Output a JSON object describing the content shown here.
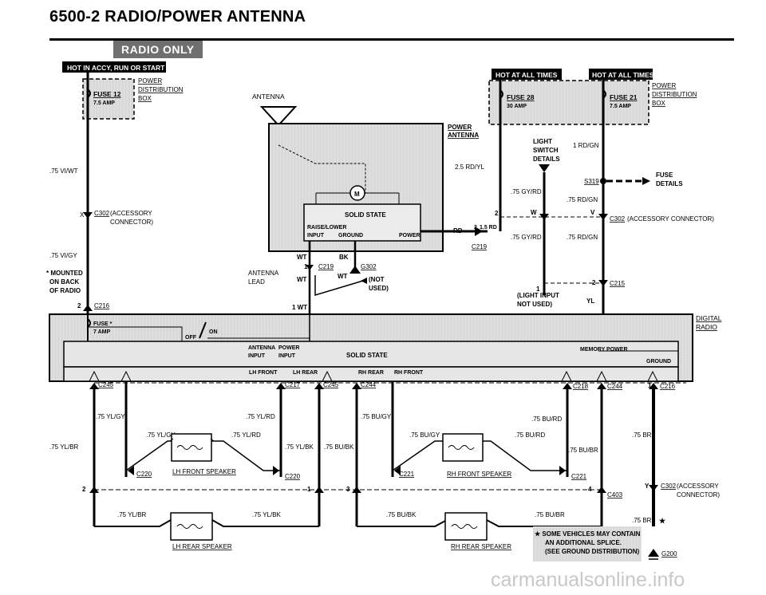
{
  "header": {
    "title": "6500-2   RADIO/POWER ANTENNA",
    "section_badge": "RADIO ONLY"
  },
  "bars": {
    "hot_accy": "HOT IN ACCY, RUN OR START",
    "hot_at_all_times_1": "HOT AT ALL TIMES",
    "hot_at_all_times_2": "HOT AT ALL TIMES"
  },
  "fuses": {
    "fuse12": "FUSE 12",
    "fuse12_amp": "7.5 AMP",
    "fuse28": "FUSE 28",
    "fuse28_amp": "30 AMP",
    "fuse21": "FUSE 21",
    "fuse21_amp": "7.5 AMP",
    "radio_fuse": "FUSE *",
    "radio_fuse_amp": "7 AMP"
  },
  "power_dist": {
    "l1": "POWER",
    "l2": "DISTRIBUTION",
    "l3": "BOX"
  },
  "antenna": {
    "label": "ANTENNA",
    "power_antenna_1": "POWER",
    "power_antenna_2": "ANTENNA",
    "solid_state": "SOLID STATE",
    "raise_lower": "RAISE/LOWER",
    "input": "INPUT",
    "ground": "GROUND",
    "power": "POWER",
    "motor": "M",
    "antenna_lead_1": "ANTENNA",
    "antenna_lead_2": "LEAD"
  },
  "wires": {
    "vi_wt": ".75 VI/WT",
    "vi_gy": ".75 VI/GY",
    "rd_yl_25": "2.5 RD/YL",
    "rd_15": "1.5 RD",
    "rd": "RD",
    "gy_rd_1": ".75 GY/RD",
    "gy_rd_2": ".75 GY/RD",
    "rd_gn_1": "1 RD/GN",
    "rd_gn_2": ".75 RD/GN",
    "rd_gn_3": ".75 RD/GN",
    "wt_1": "WT",
    "wt_2": "WT",
    "wt_3": "WT",
    "wt_4": "1 WT",
    "bk": "BK",
    "w": "W",
    "v": "V",
    "x": "X",
    "y": "Y",
    "yl": "YL",
    "yl_gy_1": ".75 YL/GY",
    "yl_gy_2": ".75 YL/GY",
    "yl_br_1": ".75 YL/BR",
    "yl_br_2": ".75 YL/BR",
    "yl_rd_1": ".75 YL/RD",
    "yl_rd_2": ".75 YL/RD",
    "yl_bk_1": ".75 YL/BK",
    "yl_bk_2": ".75 YL/BK",
    "bu_bk_1": ".75 BU/BK",
    "bu_bk_2": ".75 BU/BK",
    "bu_gy_1": ".75 BU/GY",
    "bu_gy_2": ".75 BU/GY",
    "bu_rd_1": ".75 BU/RD",
    "bu_rd_2": ".75 BU/RD",
    "bu_br_1": ".75 BU/BR",
    "bu_br_2": ".75 BU/BR",
    "br_1": ".75 BR",
    "br_2": ".75 BR"
  },
  "connectors": {
    "c302_a": "C302",
    "c302_a_desc_1": "(ACCESSORY",
    "c302_a_desc_2": "CONNECTOR)",
    "c302_b": "C302",
    "c302_b_desc": "(ACCESSORY CONNECTOR)",
    "c302_c": "C302",
    "c302_c_desc_1": "(ACCESSORY",
    "c302_c_desc_2": "CONNECTOR)",
    "c219_a": "C219",
    "c219_b": "C219",
    "c216_a": "C216",
    "c216_b": "C216",
    "c215": "C215",
    "c245_a": "C245",
    "c245_b": "C245",
    "c217": "C217",
    "c244_a": "C244",
    "c244_b": "C244",
    "c218": "C218",
    "c220_a": "C220",
    "c220_b": "C220",
    "c221_a": "C221",
    "c221_b": "C221",
    "c403": "C403",
    "s319": "S319",
    "g302": "G302",
    "g200": "G200"
  },
  "pins": {
    "p1a": "1",
    "p1b": "1",
    "p1c": "1",
    "p1d": "1",
    "p2a": "2",
    "p2b": "2",
    "p2c": "2",
    "p2d": "2",
    "p2e": "2",
    "p3": "3",
    "p4": "4"
  },
  "light_switch": {
    "l1": "LIGHT",
    "l2": "SWITCH",
    "l3": "DETAILS"
  },
  "fuse_details": {
    "l1": "FUSE",
    "l2": "DETAILS"
  },
  "notes": {
    "mounted_1": "* MOUNTED",
    "mounted_2": "ON BACK",
    "mounted_3": "OF RADIO",
    "not_used_1": "(NOT",
    "not_used_2": "USED)",
    "light_input_1": "(LIGHT INPUT",
    "light_input_2": "NOT USED)",
    "splice_1": "★ SOME VEHICLES MAY CONTAIN",
    "splice_2": "AN ADDITIONAL SPLICE.",
    "splice_3": "(SEE GROUND DISTRIBUTION)",
    "star": "★"
  },
  "radio": {
    "digital": "DIGITAL",
    "radio": "RADIO",
    "off": "OFF",
    "on": "ON",
    "antenna_power_1": "ANTENNA",
    "antenna_power_2": "POWER",
    "input_1": "INPUT",
    "input_2": "INPUT",
    "power_2": "POWER",
    "solid_state": "SOLID STATE",
    "memory_power": "MEMORY POWER",
    "ground": "GROUND",
    "lh_front": "LH FRONT",
    "lh_rear": "LH REAR",
    "rh_rear": "RH REAR",
    "rh_front": "RH FRONT"
  },
  "speakers": {
    "lh_front": "LH FRONT SPEAKER",
    "rh_front": "RH FRONT SPEAKER",
    "lh_rear": "LH REAR SPEAKER",
    "rh_rear": "RH REAR SPEAKER"
  },
  "watermark": "carmanualsonline.info",
  "colors": {
    "ink": "#000000",
    "shade": "#dcdcdc",
    "badge": "#6f6f6f"
  }
}
